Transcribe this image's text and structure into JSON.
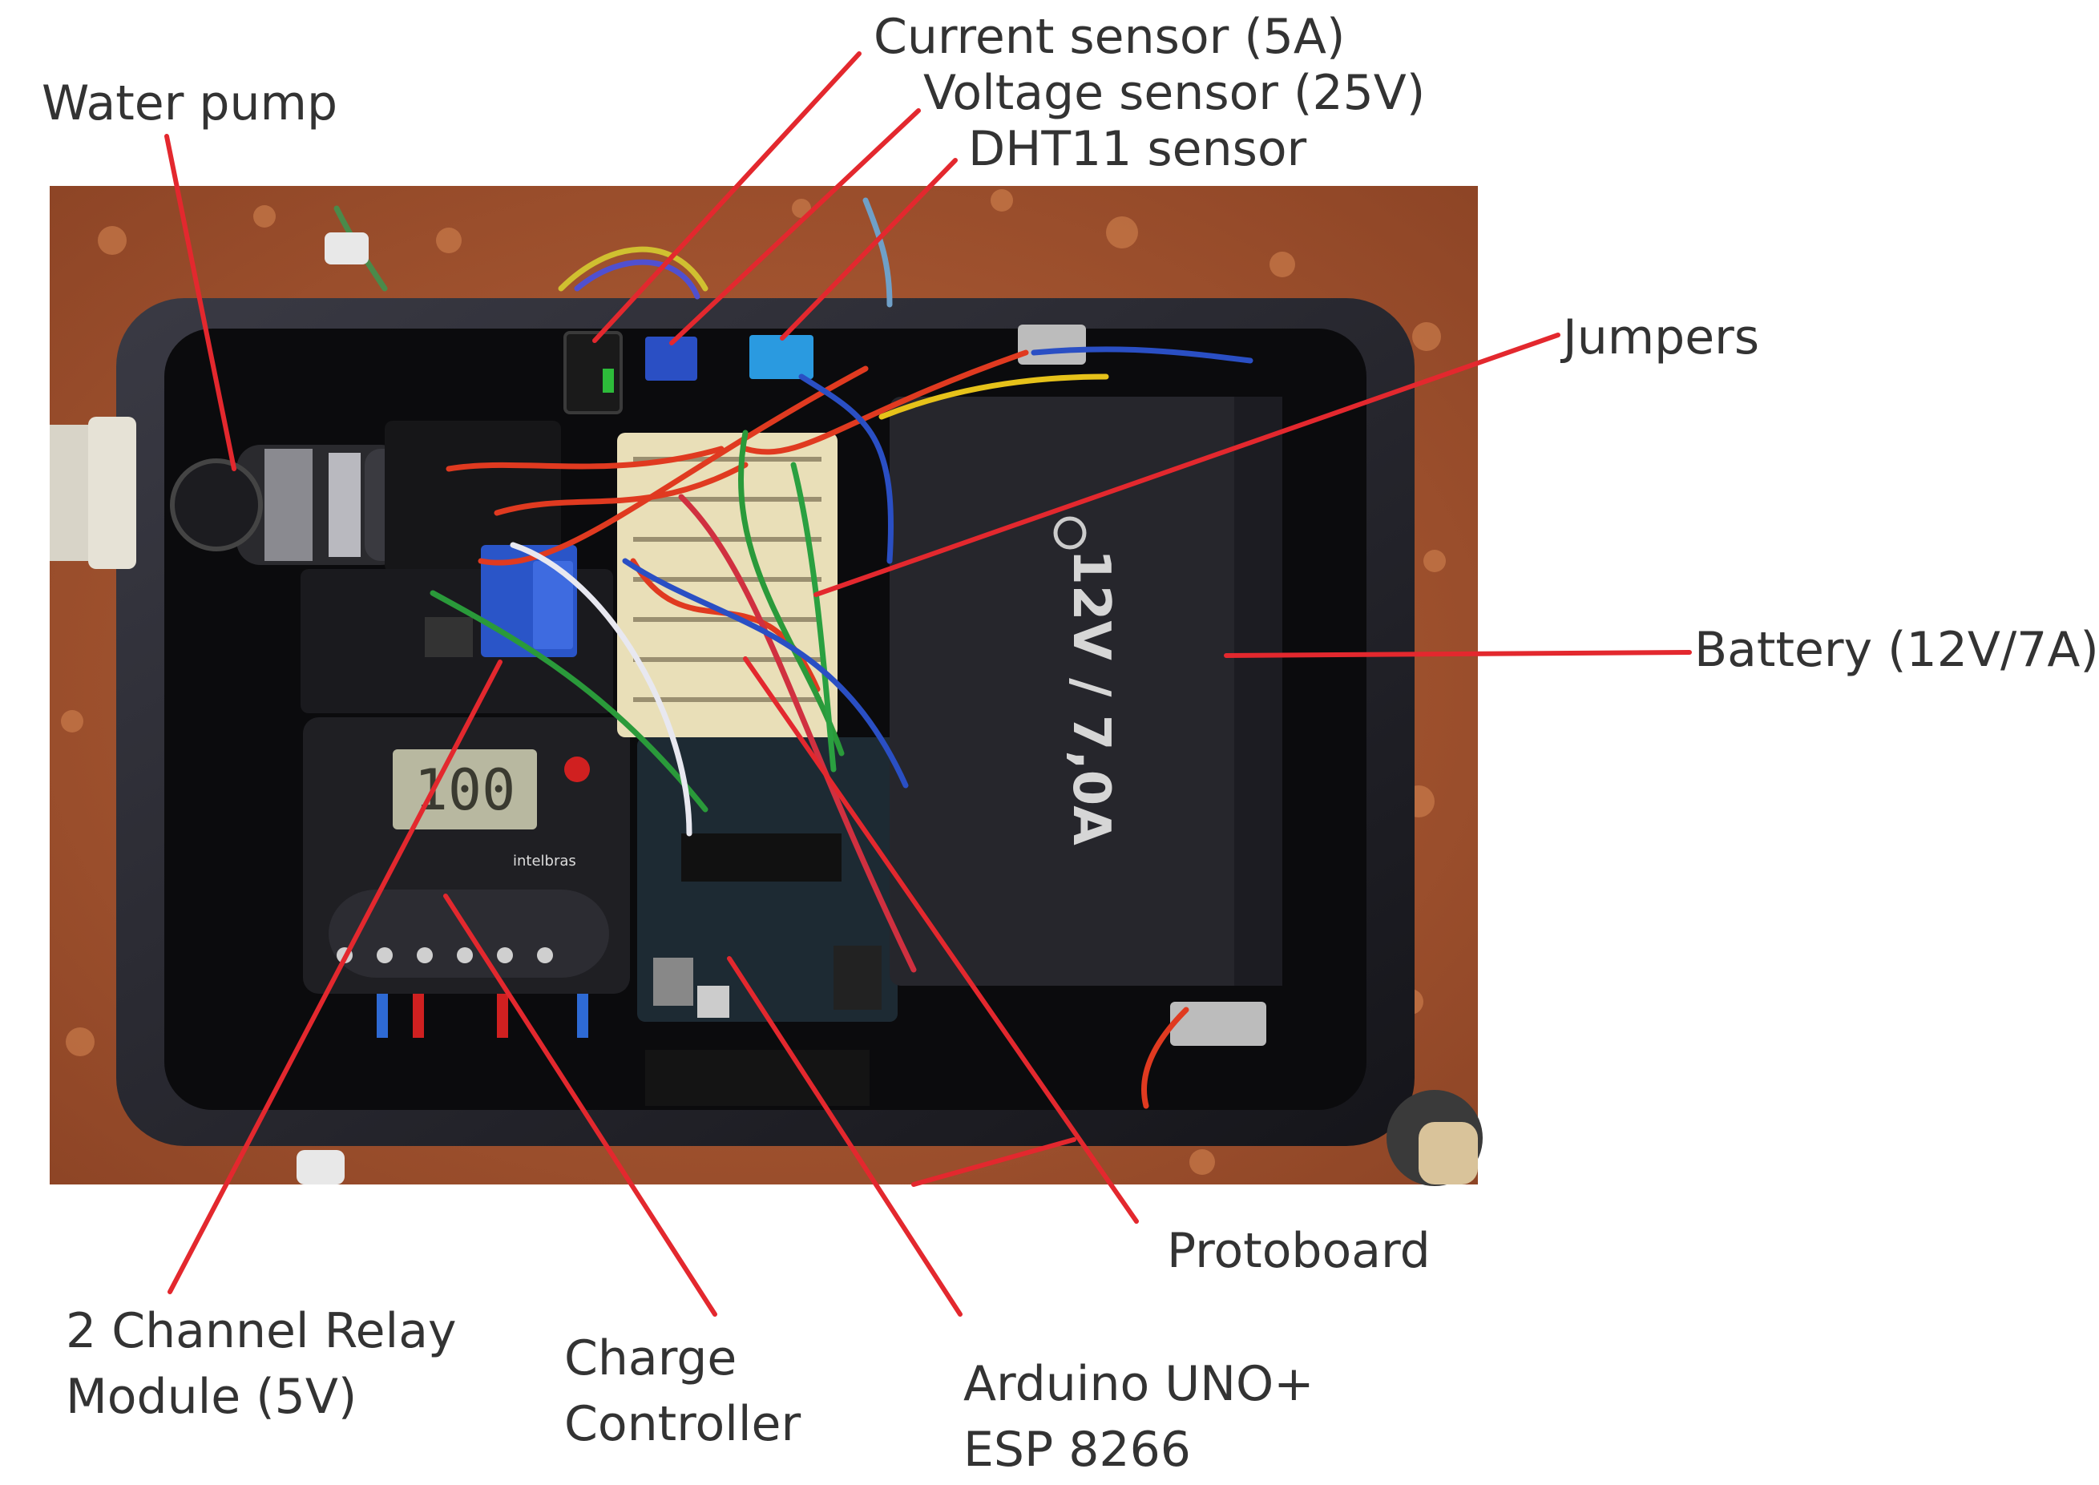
{
  "labels": {
    "current_sensor": "Current sensor (5A)",
    "voltage_sensor": "Voltage sensor (25V)",
    "dht11_sensor": "DHT11 sensor",
    "water_pump": "Water pump",
    "jumpers": "Jumpers",
    "battery": "Battery (12V/7A)",
    "protoboard": "Protoboard",
    "relay": {
      "line1": "2 Channel Relay",
      "line2": "Module (5V)"
    },
    "charge_controller": {
      "line1": "Charge",
      "line2": "Controller"
    },
    "arduino": {
      "line1": "Arduino UNO+",
      "line2": "ESP 8266"
    }
  },
  "photo": {
    "battery_text": "12V / 7,0A",
    "controller_display": "100",
    "controller_brand": "intelbras"
  },
  "colors": {
    "leader_line": "#e3282e",
    "soil": "#a5522c",
    "enclosure": "#0b0b0d",
    "label_text": "#333333"
  }
}
